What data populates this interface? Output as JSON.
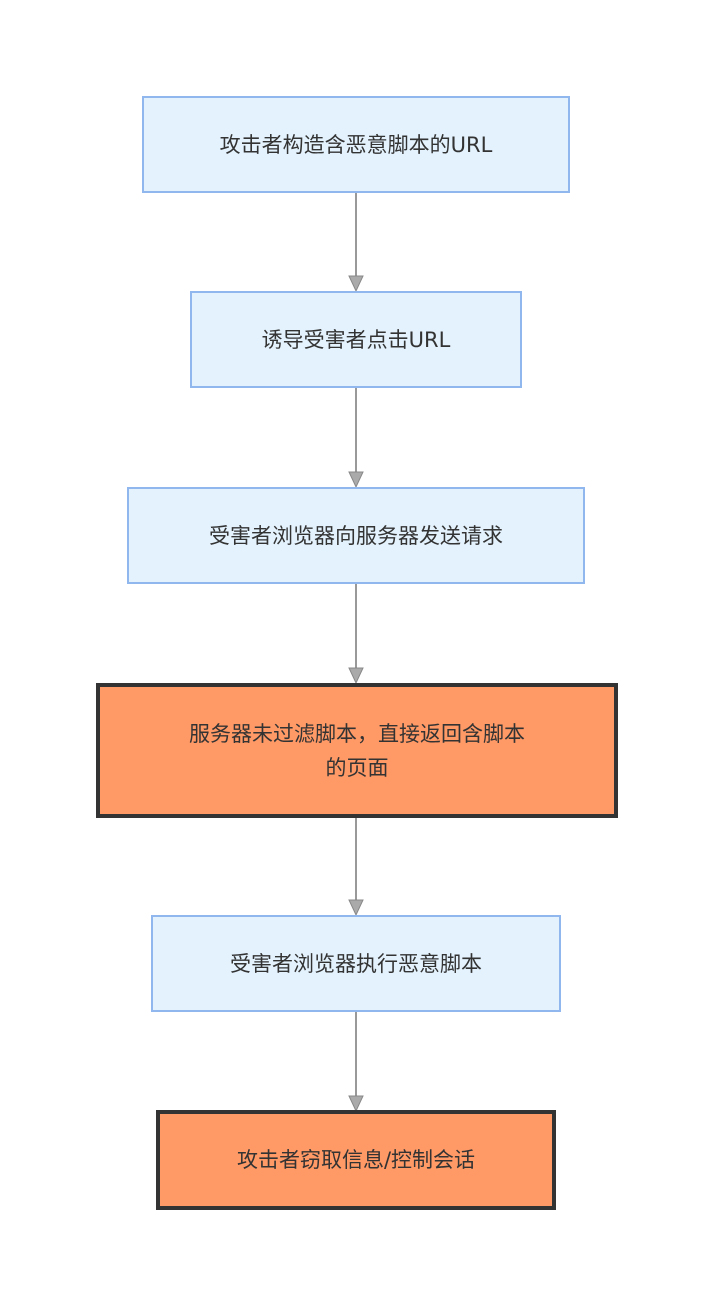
{
  "nodes": [
    {
      "id": "step1",
      "label": "攻击者构造含恶意脚本的URL",
      "style": "normal"
    },
    {
      "id": "step2",
      "label": "诱导受害者点击URL",
      "style": "normal"
    },
    {
      "id": "step3",
      "label": "受害者浏览器向服务器发送请求",
      "style": "normal"
    },
    {
      "id": "step4",
      "label": "服务器未过滤脚本，直接返回含脚本\n的页面",
      "style": "highlight"
    },
    {
      "id": "step5",
      "label": "受害者浏览器执行恶意脚本",
      "style": "normal"
    },
    {
      "id": "step6",
      "label": "攻击者窃取信息/控制会话",
      "style": "highlight"
    }
  ],
  "edges": [
    {
      "from": "step1",
      "to": "step2"
    },
    {
      "from": "step2",
      "to": "step3"
    },
    {
      "from": "step3",
      "to": "step4"
    },
    {
      "from": "step4",
      "to": "step5"
    },
    {
      "from": "step5",
      "to": "step6"
    }
  ],
  "colors": {
    "normal_fill": "#e3f2fd",
    "normal_border": "#90b8ee",
    "highlight_fill": "#ff9966",
    "highlight_border": "#333333",
    "edge": "#999999"
  }
}
